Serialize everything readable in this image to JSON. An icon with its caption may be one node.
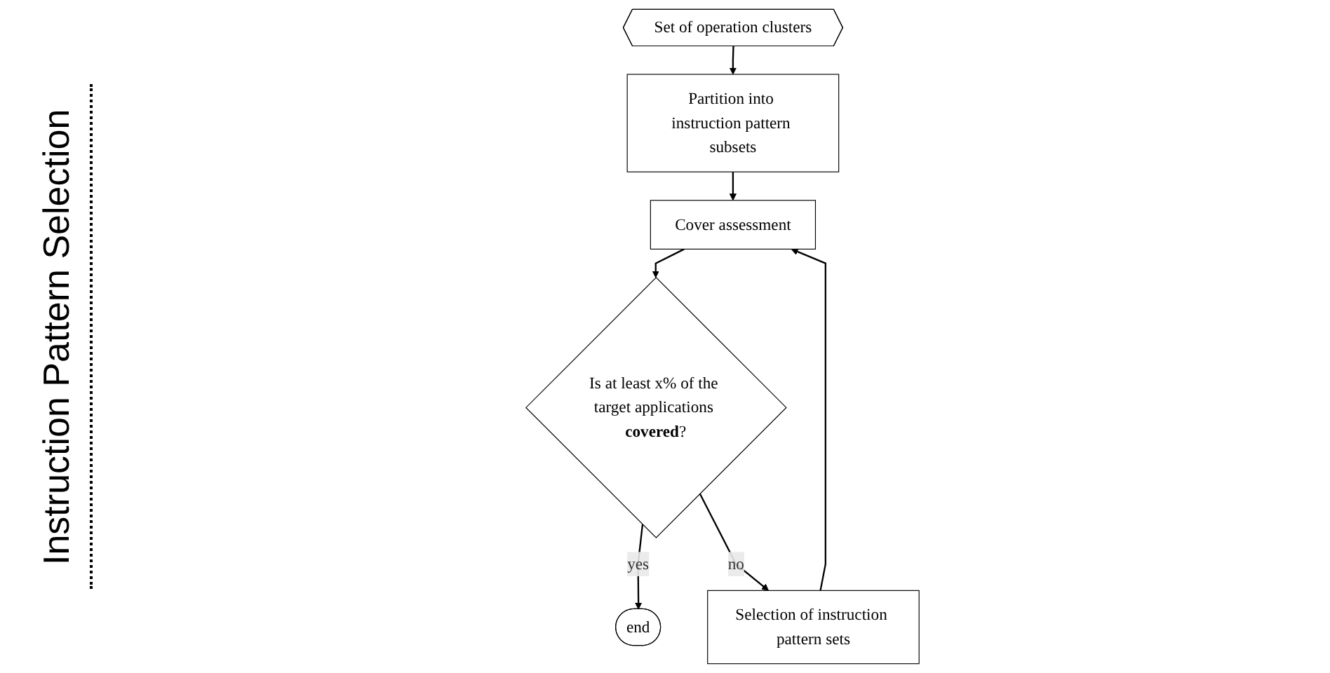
{
  "diagram": {
    "nodes": [
      {
        "text": [
          "Set of operation clusters"
        ]
      },
      {
        "text": [
          "Partition into instruction pattern subsets"
        ]
      },
      {
        "text": [
          "Cover assessment"
        ]
      },
      {
        "text": [
          "Is at least x% of the target applications **covered**?"
        ]
      },
      {
        "text": [
          "end"
        ]
      },
      {
        "text": [
          "Selection of instruction pattern sets"
        ]
      }
    ],
    "edges": [
      {
        "from": 0,
        "to": 1,
        "arrow": "to"
      },
      {
        "from": 1,
        "to": 2,
        "arrow": "to"
      },
      {
        "from": 2,
        "to": 3,
        "arrow": "to"
      },
      {
        "from": 3,
        "to": 4,
        "arrow": "to",
        "label": "yes"
      },
      {
        "from": 3,
        "to": 5,
        "arrow": "to",
        "label": "no"
      },
      {
        "from": 5,
        "to": 2,
        "arrow": "to"
      }
    ],
    "labels": [
      "Instruction Pattern Selection"
    ]
  }
}
